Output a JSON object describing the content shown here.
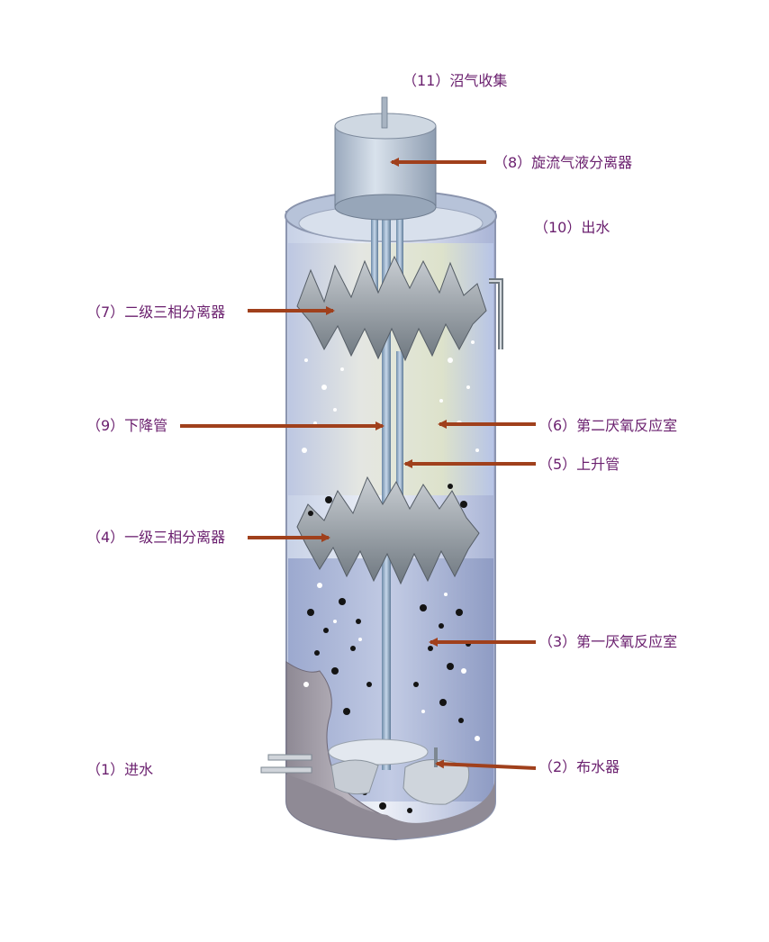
{
  "labels": {
    "inlet": "（1）进水",
    "distributor": "（2）布水器",
    "first_chamber": "（3）第一厌氧反应室",
    "first_separator": "（4）一级三相分离器",
    "riser": "（5）上升管",
    "second_chamber": "（6）第二厌氧反应室",
    "second_separator": "（7）二级三相分离器",
    "cyclone": "（8）旋流气液分离器",
    "downcomer": "（9）下降管",
    "outlet": "（10）出水",
    "biogas": "（11）沼气收集"
  },
  "colors": {
    "label_text": "#6a1f6e",
    "arrow": "#a0401c",
    "tank_fill": "#a9b8d6",
    "metal": "#9aa3ad"
  }
}
